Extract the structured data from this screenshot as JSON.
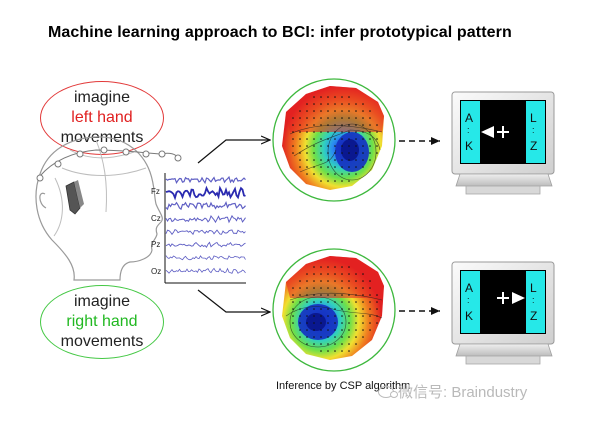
{
  "title": "Machine learning approach to BCI: infer prototypical pattern",
  "bubble_left": {
    "line1": "imagine",
    "line2": "left hand",
    "line3": "movements"
  },
  "bubble_right": {
    "line1": "imagine",
    "line2": "right hand",
    "line3": "movements"
  },
  "eeg_channels": [
    "Fz",
    "Cz",
    "Pz",
    "Oz"
  ],
  "caption": "Inference by CSP algorithm",
  "monitor_top": {
    "left_letters": [
      "A",
      "K"
    ],
    "right_letters": [
      "L",
      "Z"
    ],
    "arrow": "left"
  },
  "monitor_bottom": {
    "left_letters": [
      "A",
      "K"
    ],
    "right_letters": [
      "L",
      "Z"
    ],
    "arrow": "right"
  },
  "watermark": "微信号: Braindustry",
  "colors": {
    "left_bubble": "#e23a3a",
    "right_bubble": "#45c845",
    "monitor_panel": "#26e8e8",
    "monitor_screen": "#000000",
    "eeg_trace": "#2a2ab0"
  }
}
